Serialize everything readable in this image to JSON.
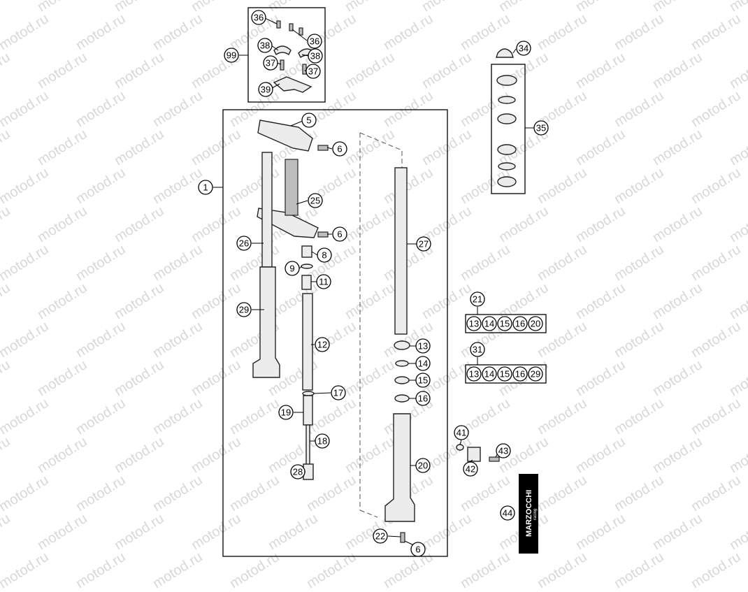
{
  "diagram": {
    "watermark": "motod.ru",
    "brand_label": "MARZOCCHI",
    "brand_sublabel": "racing",
    "callouts": [
      {
        "id": "c36a",
        "label": "36"
      },
      {
        "id": "c36b",
        "label": "36"
      },
      {
        "id": "c38a",
        "label": "38"
      },
      {
        "id": "c38b",
        "label": "38"
      },
      {
        "id": "c37a",
        "label": "37"
      },
      {
        "id": "c37b",
        "label": "37"
      },
      {
        "id": "c39",
        "label": "39"
      },
      {
        "id": "c99",
        "label": "99"
      },
      {
        "id": "c34",
        "label": "34"
      },
      {
        "id": "c35",
        "label": "35"
      },
      {
        "id": "c5",
        "label": "5"
      },
      {
        "id": "c6a",
        "label": "6"
      },
      {
        "id": "c1",
        "label": "1"
      },
      {
        "id": "c25",
        "label": "25"
      },
      {
        "id": "c6b",
        "label": "6"
      },
      {
        "id": "c26",
        "label": "26"
      },
      {
        "id": "c8",
        "label": "8"
      },
      {
        "id": "c9",
        "label": "9"
      },
      {
        "id": "c11",
        "label": "11"
      },
      {
        "id": "c27",
        "label": "27"
      },
      {
        "id": "c29",
        "label": "29"
      },
      {
        "id": "c12",
        "label": "12"
      },
      {
        "id": "c13",
        "label": "13"
      },
      {
        "id": "c14",
        "label": "14"
      },
      {
        "id": "c15",
        "label": "15"
      },
      {
        "id": "c16",
        "label": "16"
      },
      {
        "id": "c17",
        "label": "17"
      },
      {
        "id": "c19",
        "label": "19"
      },
      {
        "id": "c18",
        "label": "18"
      },
      {
        "id": "c28",
        "label": "28"
      },
      {
        "id": "c20",
        "label": "20"
      },
      {
        "id": "c41",
        "label": "41"
      },
      {
        "id": "c43",
        "label": "43"
      },
      {
        "id": "c42",
        "label": "42"
      },
      {
        "id": "c44",
        "label": "44"
      },
      {
        "id": "c22",
        "label": "22"
      },
      {
        "id": "c6c",
        "label": "6"
      },
      {
        "id": "c21",
        "label": "21"
      },
      {
        "id": "c31",
        "label": "31"
      }
    ],
    "kit_21": {
      "label": "21",
      "items": [
        "13",
        "14",
        "15",
        "16",
        "20"
      ]
    },
    "kit_31": {
      "label": "31",
      "items": [
        "13",
        "14",
        "15",
        "16",
        "29"
      ]
    }
  }
}
